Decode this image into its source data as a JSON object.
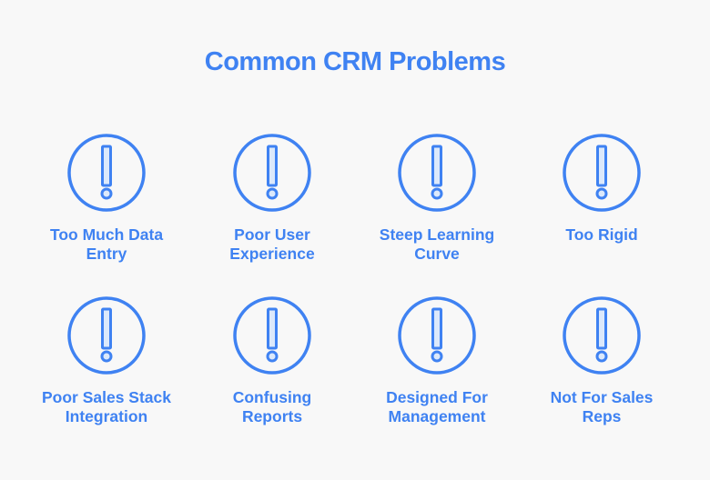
{
  "title": "Common CRM Problems",
  "accent": "#3f82f2",
  "items": [
    {
      "line1": "Too Much Data",
      "line2": "Entry"
    },
    {
      "line1": "Poor User",
      "line2": "Experience"
    },
    {
      "line1": "Steep Learning",
      "line2": "Curve"
    },
    {
      "line1": "Too Rigid",
      "line2": ""
    },
    {
      "line1": "Poor Sales Stack",
      "line2": "Integration"
    },
    {
      "line1": "Confusing",
      "line2": "Reports"
    },
    {
      "line1": "Designed For",
      "line2": "Management"
    },
    {
      "line1": "Not For Sales",
      "line2": "Reps"
    }
  ]
}
